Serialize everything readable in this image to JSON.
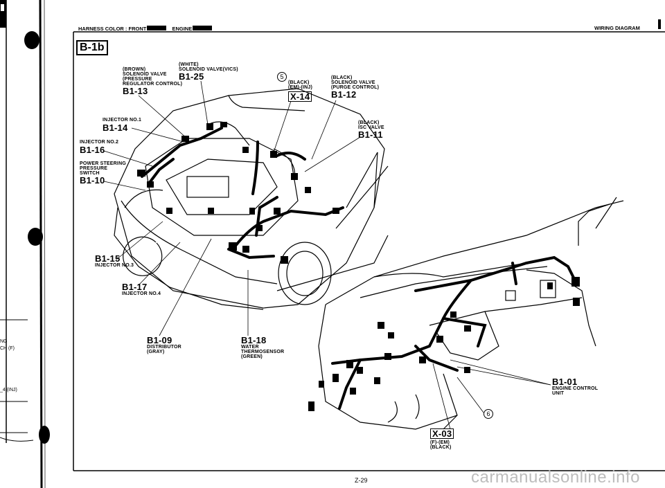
{
  "header": {
    "harness_color_label": "HARNESS COLOR : FRONT",
    "engine_label": "ENGINE",
    "right_title": "WIRING DIAGRAM"
  },
  "section_code": "B-1b",
  "page_number": "Z-29",
  "watermark": "carmanualsonline.info",
  "left_margin_fragments": [
    "NG",
    "CH (F)",
    "_4 (INJ)"
  ],
  "callouts": [
    {
      "lines": [
        "(BROWN)",
        "SOLENOID VALVE",
        "(PRESSURE",
        "REGULATOR CONTROL)"
      ],
      "code": "B1-13"
    },
    {
      "lines": [
        "(WHITE)",
        "SOLENOID VALVE(VICS)"
      ],
      "code": "B1-25"
    },
    {
      "lines": [
        "(BLACK)",
        "(EM)-(INJ)"
      ],
      "code": "X-14",
      "boxed": true
    },
    {
      "lines": [
        "(BLACK)",
        "SOLENOID VALVE",
        "(PURGE CONTROL)"
      ],
      "code": "B1-12"
    },
    {
      "lines": [
        "(BLACK)",
        "ISC VALVE"
      ],
      "code": "B1-11"
    },
    {
      "lines": [
        "INJECTOR NO.1"
      ],
      "code": "B1-14"
    },
    {
      "lines": [
        "INJECTOR NO.2"
      ],
      "code": "B1-16"
    },
    {
      "lines": [
        "POWER STEERING",
        "PRESSURE",
        "SWITCH"
      ],
      "code": "B1-10"
    },
    {
      "lines": [
        "INJECTOR NO.3"
      ],
      "code": "B1-15"
    },
    {
      "lines": [
        "INJECTOR NO.4"
      ],
      "code": "B1-17"
    },
    {
      "lines": [
        "DISTRIBUTOR",
        "(GRAY)"
      ],
      "code": "B1-09"
    },
    {
      "lines": [
        "WATER",
        "THERMOSENSOR",
        "(GREEN)"
      ],
      "code": "B1-18"
    },
    {
      "lines": [
        "ENGINE CONTROL",
        "UNIT"
      ],
      "code": "B1-01"
    },
    {
      "lines": [
        "(F)-(EM)",
        "(BLACK)"
      ],
      "code": "X-03",
      "boxed": true
    }
  ],
  "circled_markers": [
    "5",
    "6"
  ]
}
